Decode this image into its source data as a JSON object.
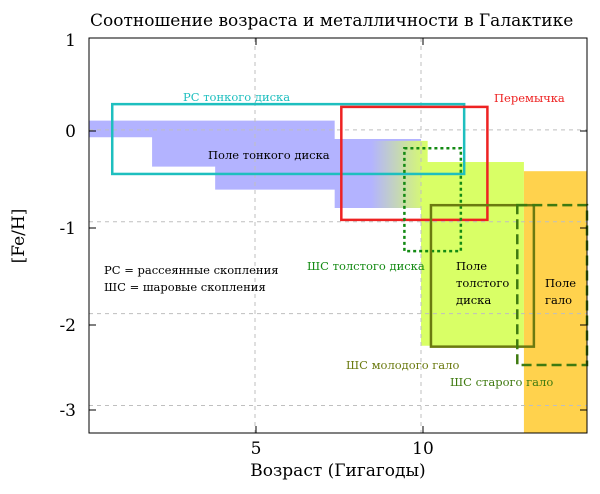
{
  "chart_data": {
    "type": "region",
    "title": "Соотношение возраста и металличности в Галактике",
    "xlabel": "Возраст (Гигагоды)",
    "ylabel": "[Fe/H]",
    "xlim": [
      0,
      15
    ],
    "ylim": [
      -3.3,
      1.0
    ],
    "xticks": [
      5,
      10
    ],
    "xtick_labels": [
      "5",
      "10"
    ],
    "yticks": [
      1,
      0,
      -1,
      -2,
      -3
    ],
    "ytick_labels": [
      "1",
      "0",
      "-1",
      "-2",
      "-3"
    ],
    "grid": true,
    "regions": [
      {
        "name": "thin-disk-field",
        "kind": "filled-steps",
        "color": "#b3b3ff",
        "label": "Поле тонкого диска",
        "steps": [
          [
            0.0,
            1.9,
            -0.08,
            0.1
          ],
          [
            1.9,
            3.8,
            -0.4,
            0.1
          ],
          [
            3.8,
            7.4,
            -0.65,
            0.1
          ],
          [
            7.4,
            10.0,
            -0.85,
            -0.1
          ]
        ]
      },
      {
        "name": "thick-disk-field",
        "kind": "filled",
        "color": "#d9ff66",
        "label": "Поле толстого диска",
        "x": [
          10.0,
          13.1
        ],
        "y": [
          -2.35,
          -0.35
        ]
      },
      {
        "name": "halo-field",
        "kind": "filled",
        "color": "#ffd24d",
        "label": "Поле гало",
        "x": [
          13.1,
          15.0
        ],
        "y": [
          -3.3,
          -0.45
        ]
      },
      {
        "name": "open-clusters-thin-disk",
        "kind": "outline",
        "color": "#1ebfbf",
        "label": "РС тонкого диска",
        "x": [
          0.7,
          11.3
        ],
        "y": [
          -0.48,
          0.28
        ]
      },
      {
        "name": "bar",
        "kind": "outline",
        "color": "#ee2222",
        "label": "Перемычка",
        "x": [
          7.6,
          12.0
        ],
        "y": [
          -0.98,
          0.25
        ]
      },
      {
        "name": "globulars-thick-disk",
        "kind": "dotted",
        "color": "#138a13",
        "label": "ШС толстого диска",
        "x": [
          9.5,
          11.2
        ],
        "y": [
          -1.32,
          -0.2
        ]
      },
      {
        "name": "globulars-young-halo",
        "kind": "outline",
        "color": "#6b7a10",
        "label": "ШС молодого гало",
        "x": [
          10.3,
          13.4
        ],
        "y": [
          -2.36,
          -0.82
        ]
      },
      {
        "name": "globulars-old-halo",
        "kind": "dashed",
        "color": "#3f7a10",
        "label": "ШС старого гало",
        "x": [
          12.9,
          15.0
        ],
        "y": [
          -2.56,
          -0.82
        ]
      }
    ],
    "annotations": [
      "РС = рассеянные скопления",
      "ШС = шаровые скопления"
    ]
  },
  "labels": {
    "thin_field": "Поле тонкого диска",
    "thick_field_1": "Поле",
    "thick_field_2": "толстого",
    "thick_field_3": "диска",
    "halo_field_1": "Поле",
    "halo_field_2": "гало",
    "rs_thin": "РС тонкого диска",
    "bar": "Перемычка",
    "gc_thick": "ШС толстого диска",
    "gc_young_halo": "ШС молодого гало",
    "gc_old_halo": "ШС старого гало",
    "legend_rs": "РС = рассеянные скопления",
    "legend_gc": "ШС = шаровые скопления"
  }
}
